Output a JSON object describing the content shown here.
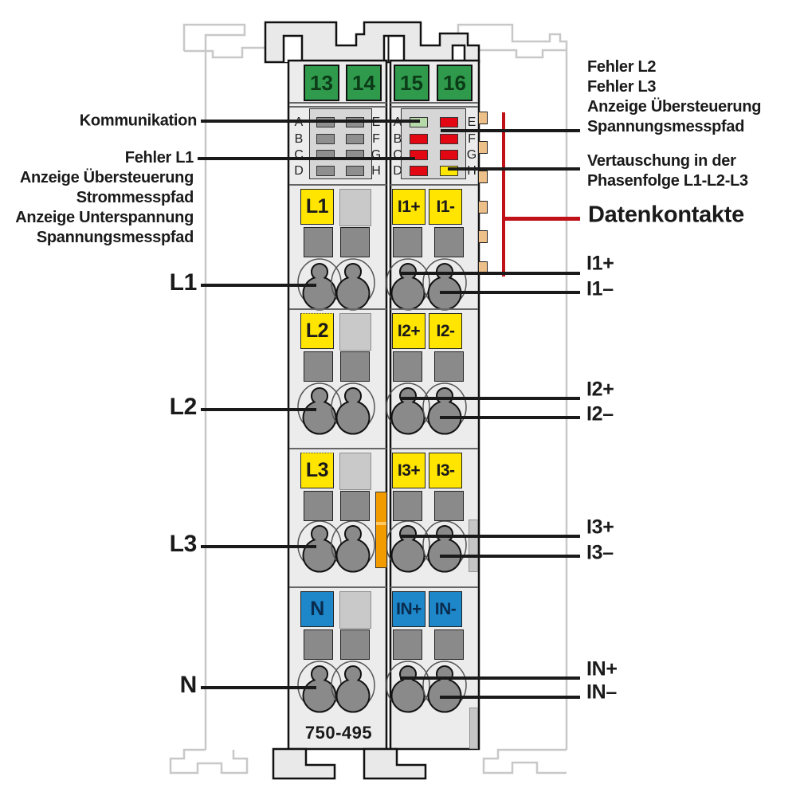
{
  "module": {
    "part_number": "750-495",
    "terminals": [
      "13",
      "14",
      "15",
      "16"
    ],
    "led_letters": {
      "left": [
        "A",
        "B",
        "C",
        "D"
      ],
      "right": [
        "E",
        "F",
        "G",
        "H"
      ]
    },
    "led_panels": {
      "left": {
        "col1": [
          "gray",
          "gray",
          "gray",
          "gray"
        ],
        "col2": [
          "gray",
          "gray",
          "gray",
          "gray"
        ]
      },
      "right": {
        "col1": [
          "green",
          "red",
          "red",
          "red"
        ],
        "col2": [
          "red",
          "red",
          "red",
          "yellow"
        ]
      }
    },
    "left_blocks": [
      "L1",
      "L2",
      "L3",
      "N"
    ],
    "right_blocks": [
      [
        "I1+",
        "I1-"
      ],
      [
        "I2+",
        "I2-"
      ],
      [
        "I3+",
        "I3-"
      ],
      [
        "IN+",
        "IN-"
      ]
    ]
  },
  "annotations": {
    "left": {
      "kommunikation": "Kommunikation",
      "fehler_l1_group": [
        "Fehler L1",
        "Anzeige Übersteuerung",
        "Strommesspfad",
        "Anzeige Unterspannung",
        "Spannungsmesspfad"
      ],
      "phases": [
        "L1",
        "L2",
        "L3",
        "N"
      ]
    },
    "right": {
      "fehler_group": [
        "Fehler L2",
        "Fehler L3",
        "Anzeige Übersteuerung",
        "Spannungsmesspfad"
      ],
      "phase_sequence_group": [
        "Vertauschung in der",
        "Phasenfolge L1-L2-L3"
      ],
      "datenkontakte": "Datenkontakte",
      "io": [
        "I1+",
        "I1–",
        "I2+",
        "I2–",
        "I3+",
        "I3–",
        "IN+",
        "IN–"
      ]
    }
  },
  "colors": {
    "terminal_green": "#2f9a4c",
    "block_yellow": "#ffe500",
    "block_blue": "#1d87c9",
    "led_red": "#e30613",
    "led_green": "#b5d9a8",
    "led_yellow": "#ffe600",
    "data_contact_orange": "#eec089",
    "latch_orange": "#f29b00",
    "datenkontakte_red": "#c01018",
    "body_gray": "#ececec"
  }
}
